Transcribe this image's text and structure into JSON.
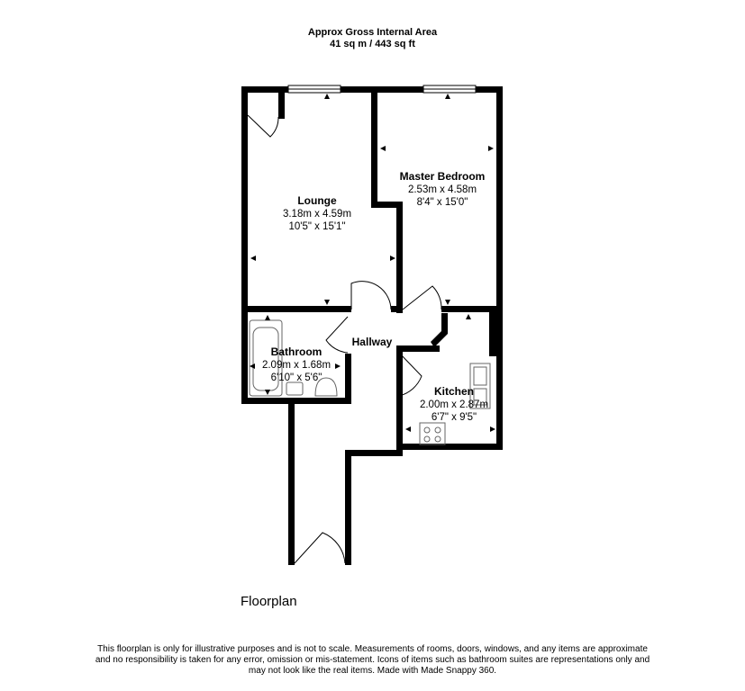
{
  "header": {
    "title": "Approx Gross Internal Area",
    "area": "41 sq m / 443 sq ft"
  },
  "rooms": {
    "lounge": {
      "name": "Lounge",
      "metric": "3.18m x 4.59m",
      "imperial": "10'5\" x 15'1\""
    },
    "master_bedroom": {
      "name": "Master Bedroom",
      "metric": "2.53m x 4.58m",
      "imperial": "8'4\" x 15'0\""
    },
    "hallway": {
      "name": "Hallway"
    },
    "bathroom": {
      "name": "Bathroom",
      "metric": "2.09m x 1.68m",
      "imperial": "6'10\" x 5'6\""
    },
    "kitchen": {
      "name": "Kitchen",
      "metric": "2.00m x 2.87m",
      "imperial": "6'7\" x 9'5\""
    }
  },
  "floor_label": "Floorplan",
  "disclaimer": {
    "line1": "This floorplan is only for illustrative purposes and is not to scale. Measurements of rooms, doors, windows, and any items are approximate",
    "line2": "and no responsibility is taken for any error, omission or mis-statement. Icons of items such as bathroom suites are representations only and",
    "line3": "may not look like the real items. Made with Made Snappy 360."
  },
  "colors": {
    "wall": "#000000",
    "background": "#ffffff",
    "fixture": "#666666"
  }
}
